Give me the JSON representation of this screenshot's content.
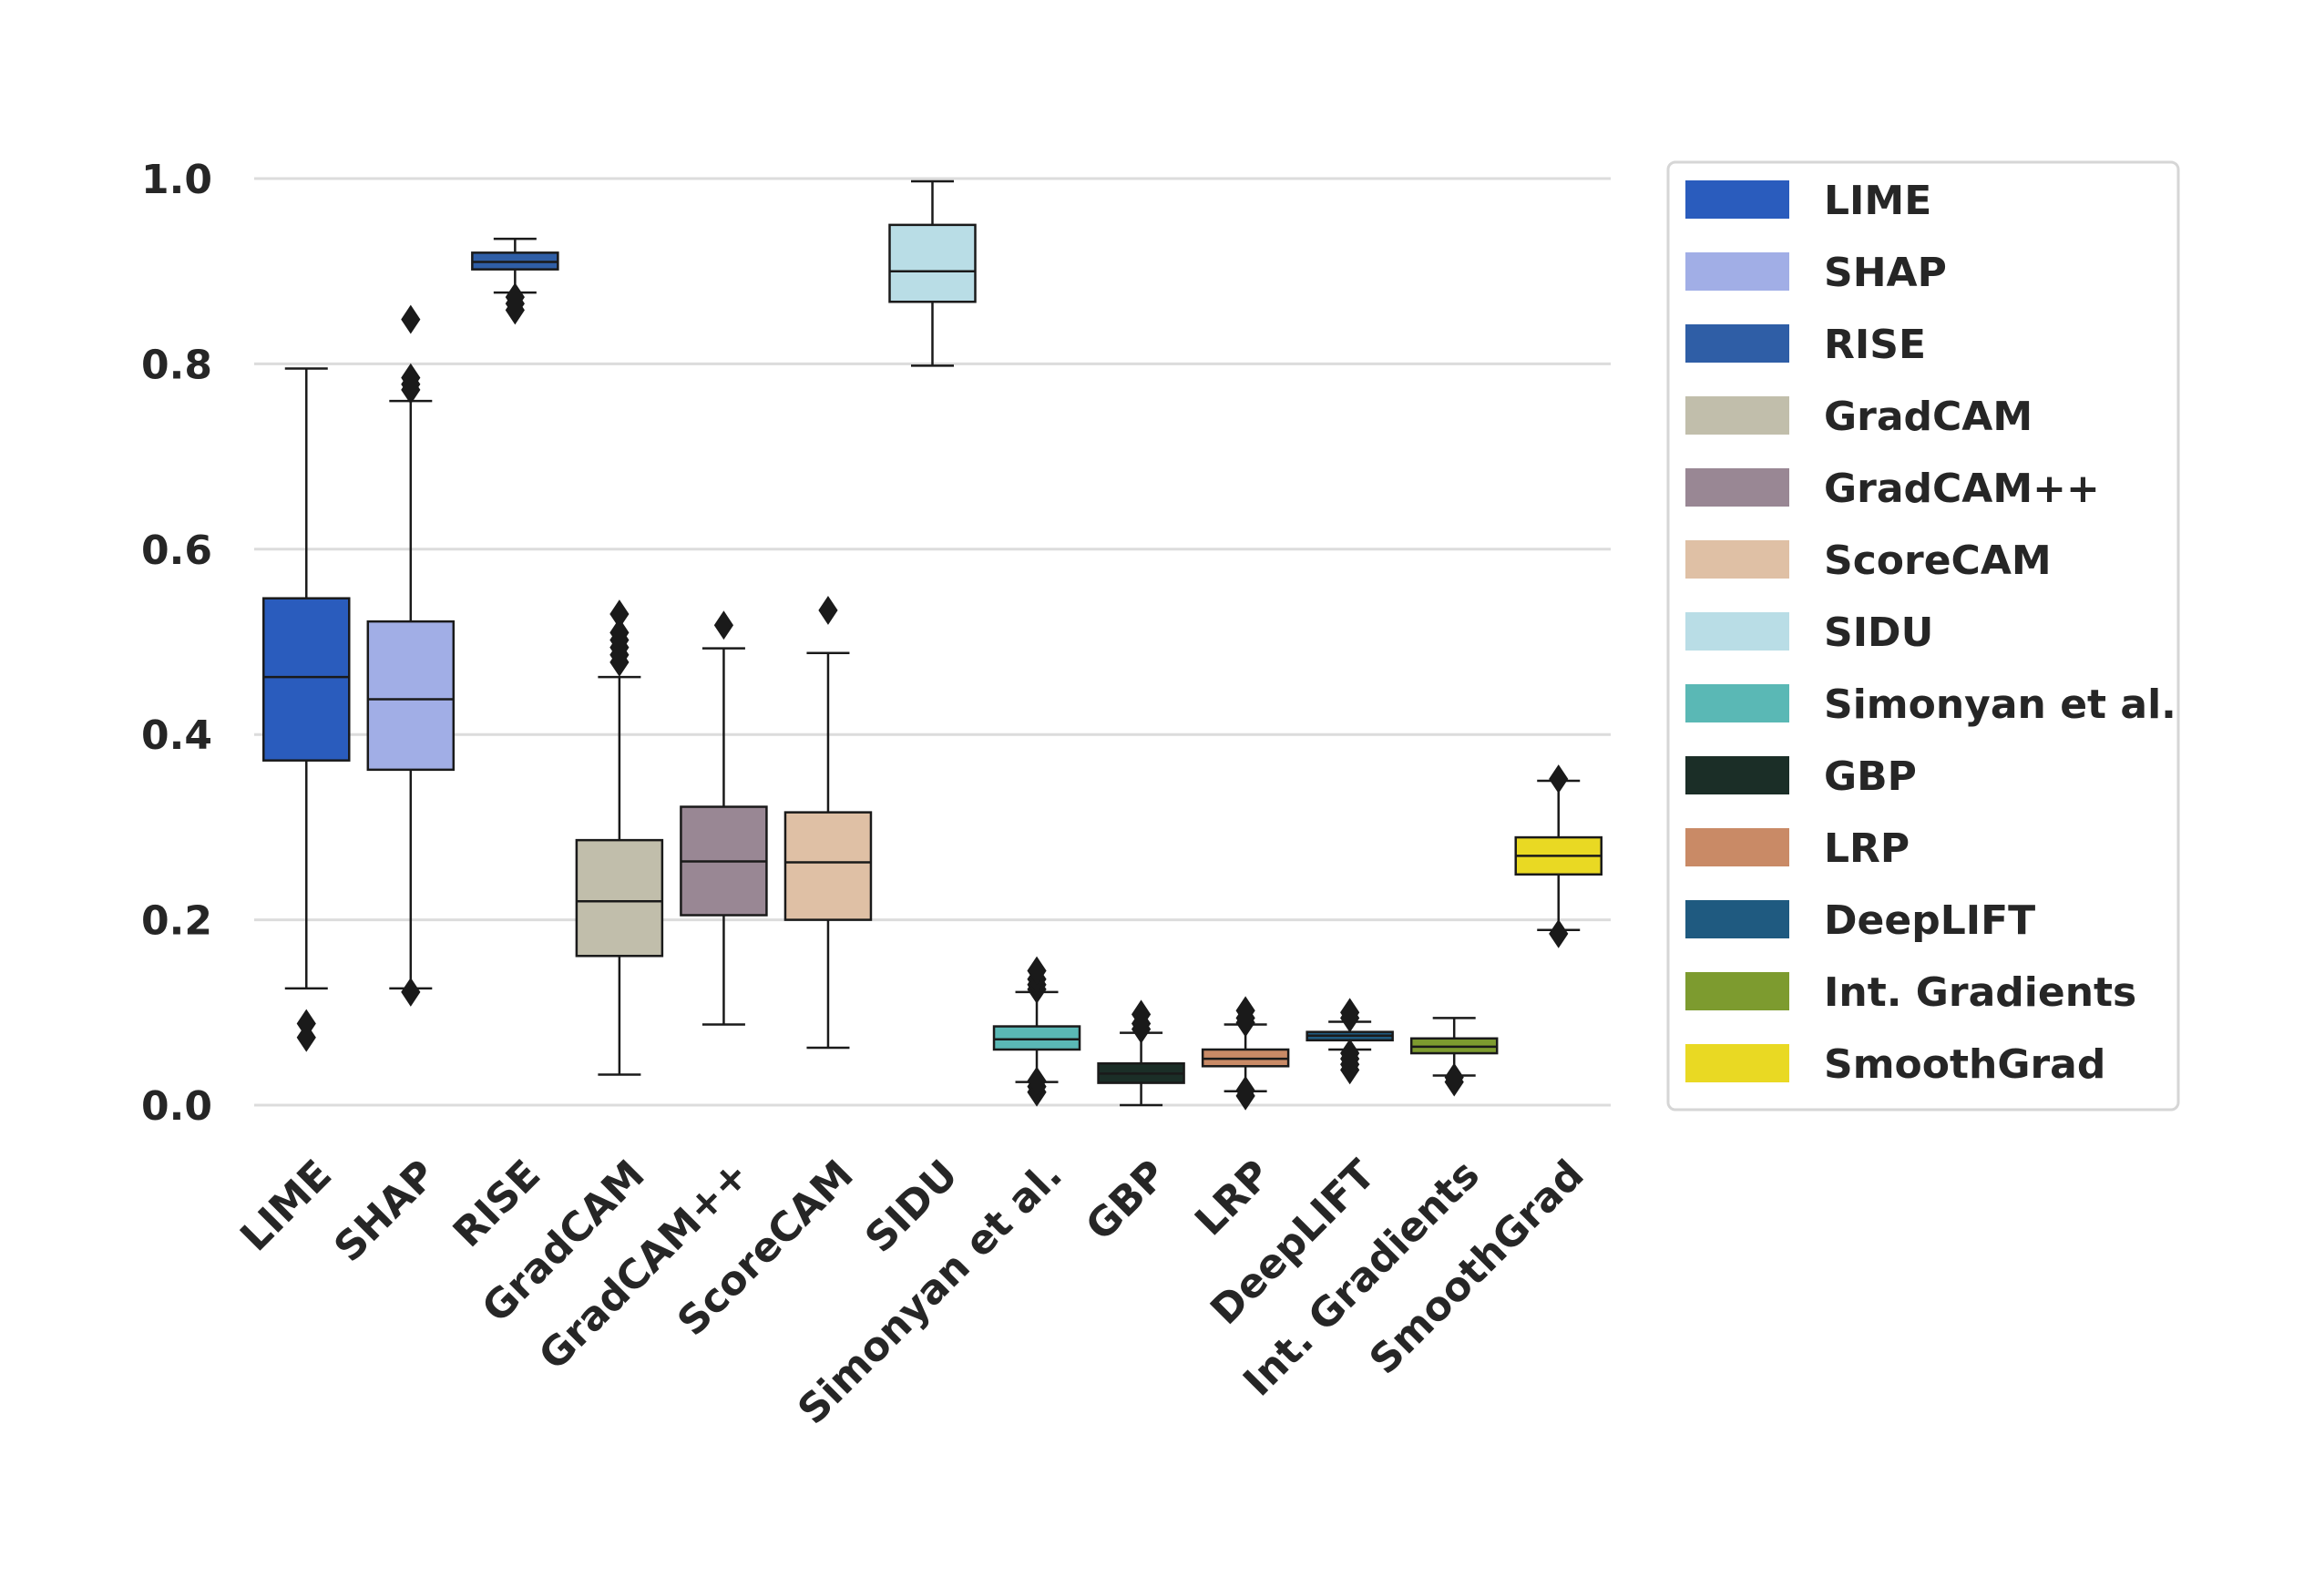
{
  "chart_data": {
    "type": "boxplot",
    "title": "",
    "xlabel": "",
    "ylabel": "",
    "ylim": [
      -0.03,
      1.05
    ],
    "yticks": [
      "0.0",
      "0.2",
      "0.4",
      "0.6",
      "0.8",
      "1.0"
    ],
    "grid": "horizontal",
    "legend_position": "right",
    "categories": [
      "LIME",
      "SHAP",
      "RISE",
      "GradCAM",
      "GradCAM++",
      "ScoreCAM",
      "SIDU",
      "Simonyan et al.",
      "GBP",
      "LRP",
      "DeepLIFT",
      "Int. Gradients",
      "SmoothGrad"
    ],
    "series": [
      {
        "name": "LIME",
        "color": "#2a5cbd",
        "q1": 0.372,
        "median": 0.462,
        "q3": 0.547,
        "whisker_low": 0.126,
        "whisker_high": 0.795,
        "outliers": [
          0.073,
          0.088
        ]
      },
      {
        "name": "SHAP",
        "color": "#a1aee6",
        "q1": 0.362,
        "median": 0.438,
        "q3": 0.522,
        "whisker_low": 0.126,
        "whisker_high": 0.76,
        "outliers": [
          0.122,
          0.772,
          0.778,
          0.785,
          0.848
        ]
      },
      {
        "name": "RISE",
        "color": "#2f5ea6",
        "q1": 0.902,
        "median": 0.91,
        "q3": 0.92,
        "whisker_low": 0.877,
        "whisker_high": 0.935,
        "outliers": [
          0.858,
          0.865,
          0.872
        ]
      },
      {
        "name": "GradCAM",
        "color": "#c1beab",
        "q1": 0.161,
        "median": 0.22,
        "q3": 0.286,
        "whisker_low": 0.033,
        "whisker_high": 0.462,
        "outliers": [
          0.478,
          0.486,
          0.494,
          0.502,
          0.51,
          0.53
        ]
      },
      {
        "name": "GradCAM++",
        "color": "#998794",
        "q1": 0.205,
        "median": 0.263,
        "q3": 0.322,
        "whisker_low": 0.087,
        "whisker_high": 0.493,
        "outliers": [
          0.518
        ]
      },
      {
        "name": "ScoreCAM",
        "color": "#dfc0a5",
        "q1": 0.2,
        "median": 0.262,
        "q3": 0.316,
        "whisker_low": 0.062,
        "whisker_high": 0.488,
        "outliers": [
          0.534
        ]
      },
      {
        "name": "SIDU",
        "color": "#b9dde6",
        "q1": 0.867,
        "median": 0.9,
        "q3": 0.95,
        "whisker_low": 0.798,
        "whisker_high": 0.997,
        "outliers": []
      },
      {
        "name": "Simonyan et al.",
        "color": "#5ab8b5",
        "q1": 0.06,
        "median": 0.071,
        "q3": 0.085,
        "whisker_low": 0.025,
        "whisker_high": 0.122,
        "outliers": [
          0.014,
          0.02,
          0.026,
          0.125,
          0.13,
          0.136,
          0.145
        ]
      },
      {
        "name": "GBP",
        "color": "#1b2e27",
        "q1": 0.024,
        "median": 0.034,
        "q3": 0.045,
        "whisker_low": 0.0,
        "whisker_high": 0.078,
        "outliers": [
          0.082,
          0.088,
          0.098
        ]
      },
      {
        "name": "LRP",
        "color": "#c98a66",
        "q1": 0.042,
        "median": 0.05,
        "q3": 0.06,
        "whisker_low": 0.015,
        "whisker_high": 0.087,
        "outliers": [
          0.01,
          0.016,
          0.089,
          0.094,
          0.102
        ]
      },
      {
        "name": "DeepLIFT",
        "color": "#1f5a80",
        "q1": 0.07,
        "median": 0.075,
        "q3": 0.079,
        "whisker_low": 0.06,
        "whisker_high": 0.09,
        "outliers": [
          0.038,
          0.044,
          0.05,
          0.056,
          0.094,
          0.1
        ]
      },
      {
        "name": "Int. Gradients",
        "color": "#7d9b2f",
        "q1": 0.056,
        "median": 0.063,
        "q3": 0.072,
        "whisker_low": 0.032,
        "whisker_high": 0.094,
        "outliers": [
          0.025,
          0.03
        ]
      },
      {
        "name": "SmoothGrad",
        "color": "#e9d923",
        "q1": 0.249,
        "median": 0.269,
        "q3": 0.289,
        "whisker_low": 0.189,
        "whisker_high": 0.35,
        "outliers": [
          0.185,
          0.352
        ]
      }
    ]
  }
}
